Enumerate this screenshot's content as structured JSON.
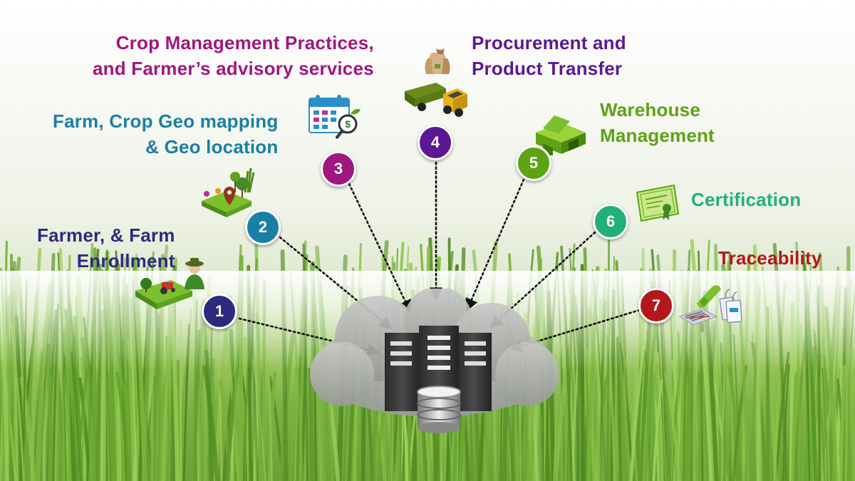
{
  "steps": [
    {
      "number": "1",
      "lines": [
        "Farmer, & Farm",
        "Enrollment"
      ],
      "color": "#2d2a7e"
    },
    {
      "number": "2",
      "lines": [
        "Farm, Crop Geo mapping",
        "& Geo location"
      ],
      "color": "#1a7fa6"
    },
    {
      "number": "3",
      "lines": [
        "Crop Management Practices,",
        "and Farmer’s advisory services"
      ],
      "color": "#a0177f"
    },
    {
      "number": "4",
      "lines": [
        "Procurement and",
        "Product Transfer"
      ],
      "color": "#5c1894"
    },
    {
      "number": "5",
      "lines": [
        "Warehouse",
        "Management"
      ],
      "color": "#5da313"
    },
    {
      "number": "6",
      "lines": [
        "Certification"
      ],
      "color": "#22b07a"
    },
    {
      "number": "7",
      "lines": [
        "Traceability"
      ],
      "color": "#b3181c"
    }
  ],
  "icons": {
    "step1": "farmer-tractor-icon",
    "step2": "geo-map-pin-icon",
    "step3": "calendar-advisory-icon",
    "step4": "delivery-truck-sacks-icon",
    "step5": "warehouse-icon",
    "step6": "certificate-icon",
    "step7": "barcode-scanner-tag-icon",
    "hub": "cloud-server-database-icon"
  }
}
